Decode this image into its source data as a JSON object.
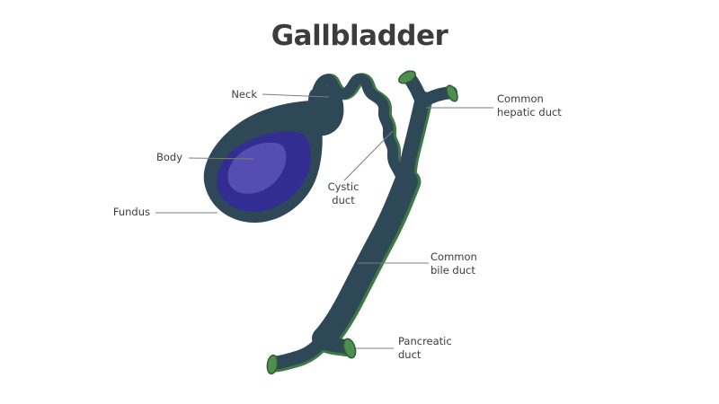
{
  "title": "Gallbladder",
  "labels": {
    "neck": {
      "lines": [
        "Neck"
      ]
    },
    "body": {
      "lines": [
        "Body"
      ]
    },
    "fundus": {
      "lines": [
        "Fundus"
      ]
    },
    "cystic_duct": {
      "lines": [
        "Cystic",
        "duct"
      ]
    },
    "common_hepatic_duct": {
      "lines": [
        "Common",
        "hepatic duct"
      ]
    },
    "common_bile_duct": {
      "lines": [
        "Common",
        "bile duct"
      ]
    },
    "pancreatic_duct": {
      "lines": [
        "Pancreatic",
        "duct"
      ]
    }
  },
  "colors": {
    "background": "#FFFFFF",
    "duct": "#2F4858",
    "body_mid": "#322E91",
    "body_inner": "#554EB2",
    "tip_green": "#4E8E51",
    "tip_green_dark": "#2F5E33",
    "edge_green": "#3E7B43",
    "leader": "#7D7D7D",
    "text": "#3C3C3C"
  }
}
